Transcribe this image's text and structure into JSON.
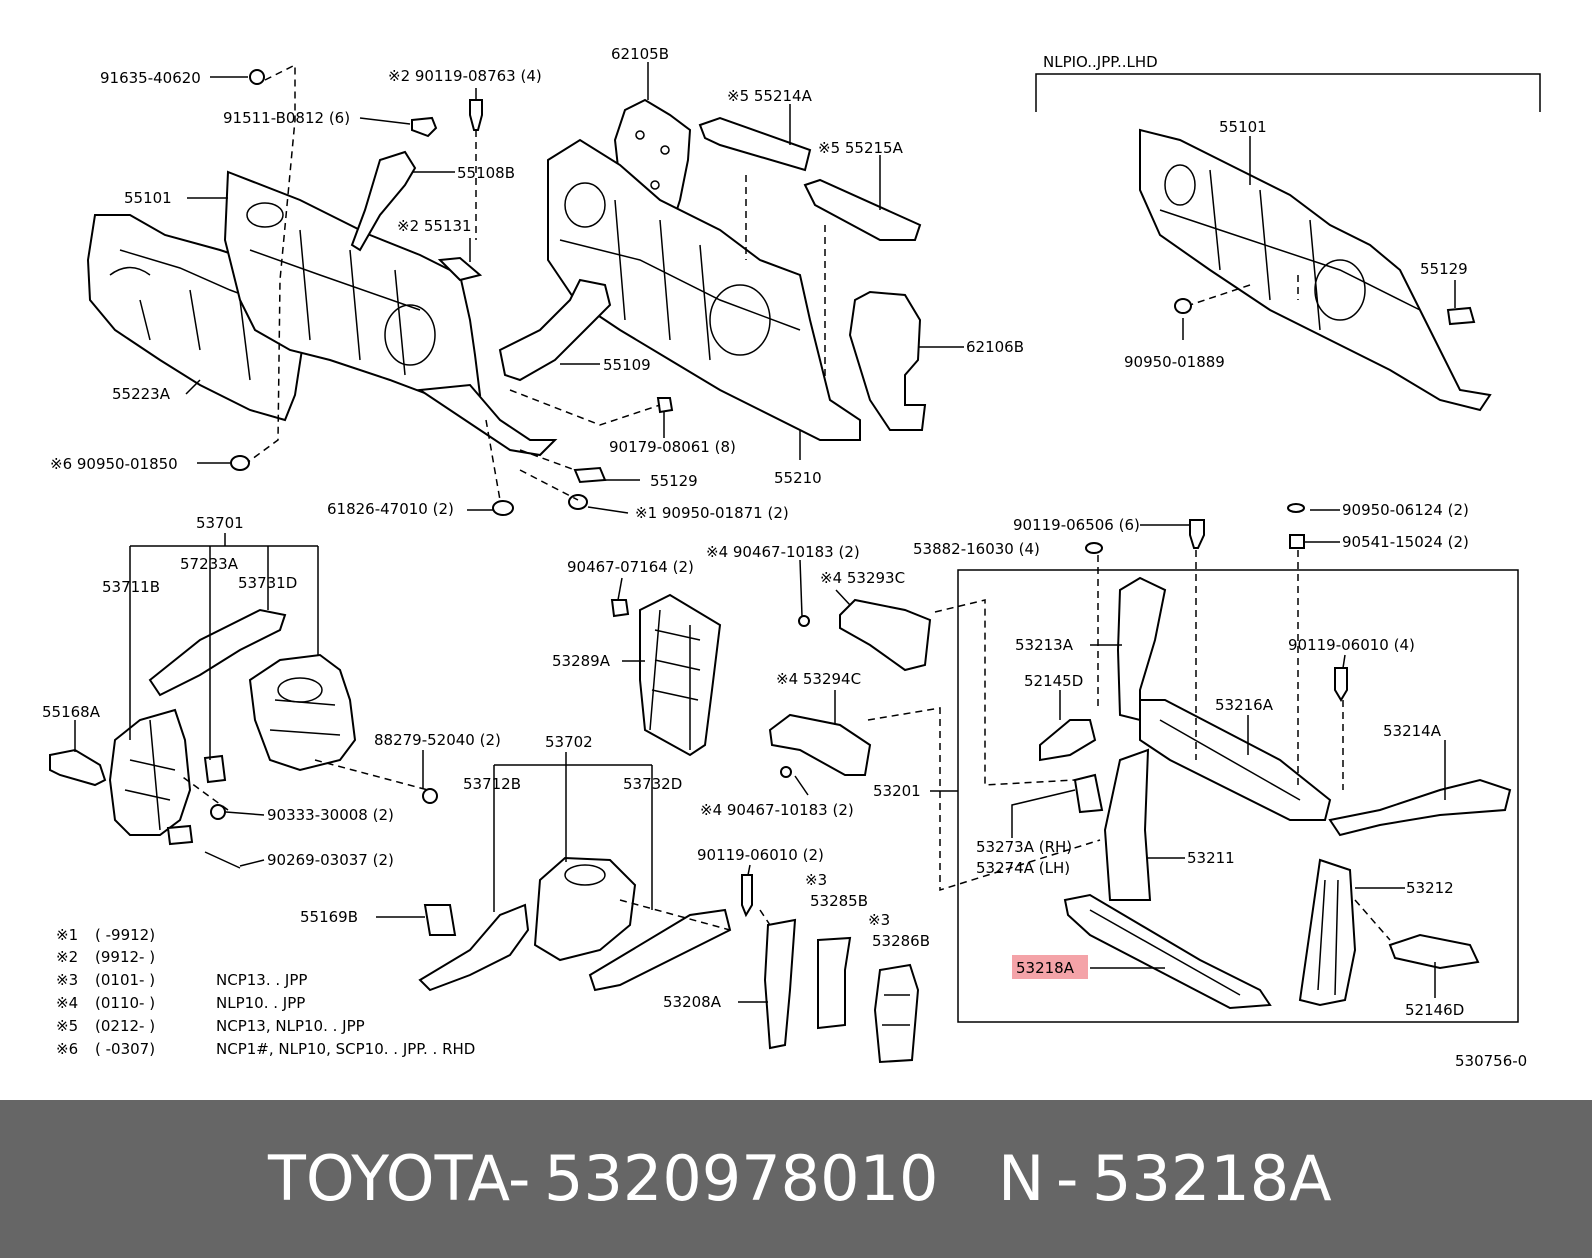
{
  "diagram": {
    "variant_header": "NLPIO..JPP..LHD",
    "figure_number": "530756-0",
    "highlight_color": "#f4a3a8",
    "highlighted_part": "53218A",
    "callouts": [
      "91635-40620",
      "※2 90119-08763 (4)",
      "91511-B0812 (6)",
      "55108B",
      "55101",
      "※2 55131",
      "55223A",
      "※6 90950-01850",
      "62105B",
      "※5 55214A",
      "※5 55215A",
      "62106B",
      "55109",
      "90179-08061 (8)",
      "55129",
      "55210",
      "61826-47010 (2)",
      "※1 90950-01871 (2)",
      "55101",
      "55129",
      "90950-01889",
      "53701",
      "57233A",
      "53711B",
      "53731D",
      "55168A",
      "88279-52040 (2)",
      "90333-30008 (2)",
      "90269-03037 (2)",
      "90467-07164 (2)",
      "53289A",
      "※4 90467-10183 (2)",
      "※4 53293C",
      "※4 53294C",
      "※4 90467-10183 (2)",
      "53702",
      "53712B",
      "53732D",
      "55169B",
      "90119-06010 (2)",
      "※3",
      "53285B",
      "※3",
      "53286B",
      "53208A",
      "90119-06506 (6)",
      "53882-16030 (4)",
      "90950-06124 (2)",
      "90541-15024 (2)",
      "53213A",
      "52145D",
      "53216A",
      "90119-06010 (4)",
      "53214A",
      "53201",
      "53273A (RH)",
      "53274A (LH)",
      "53211",
      "53212",
      "53218A",
      "52146D"
    ],
    "legend": [
      {
        "mark": "※1",
        "range": "(      -9912)",
        "models": ""
      },
      {
        "mark": "※2",
        "range": "(9912-      )",
        "models": ""
      },
      {
        "mark": "※3",
        "range": "(0101-      )",
        "models": "NCP13. . JPP"
      },
      {
        "mark": "※4",
        "range": "(0110-      )",
        "models": "NLP10. . JPP"
      },
      {
        "mark": "※5",
        "range": "(0212-      )",
        "models": "NCP13, NLP10. . JPP"
      },
      {
        "mark": "※6",
        "range": "(      -0307)",
        "models": "NCP1#, NLP10, SCP10. . JPP. . RHD"
      }
    ]
  },
  "footer": {
    "brand": "TOYOTA",
    "sep1": "-",
    "part_number": "5320978010",
    "tag": "N",
    "sep2": "-",
    "ref": "53218A"
  }
}
